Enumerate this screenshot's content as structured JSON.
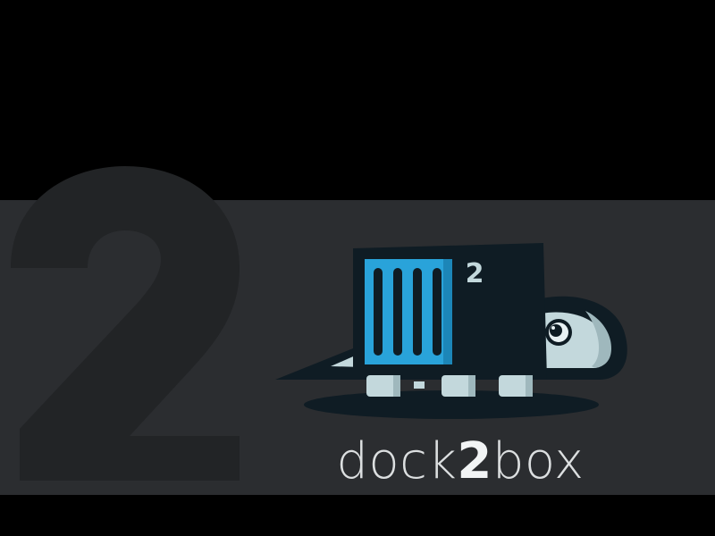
{
  "background": {
    "outer_color": "#000000",
    "band_color": "#2b2d30",
    "numeral_color": "#222426",
    "numeral": "2"
  },
  "logo": {
    "container_superscript": "2",
    "container_color": "#29a3da",
    "body_color": "#0f1c24",
    "shell_color": "#c3d8dc",
    "icon": "turtle-container-icon"
  },
  "wordmark": {
    "prefix": "dock",
    "number": "2",
    "suffix": "box"
  }
}
